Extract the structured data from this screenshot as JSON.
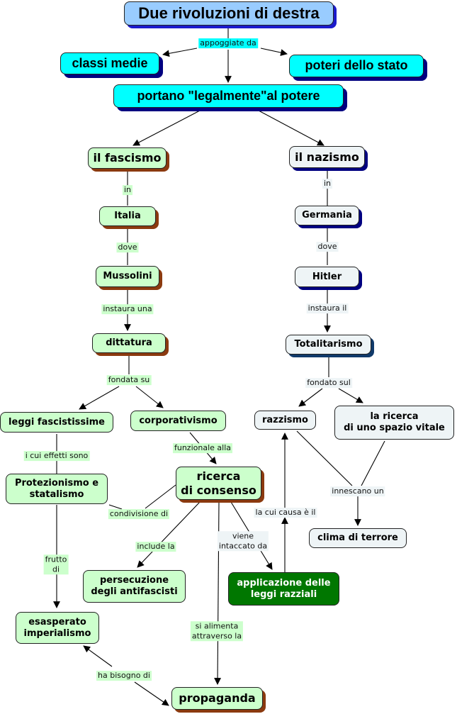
{
  "diagram": {
    "title": "Due rivoluzioni di destra",
    "nodes": {
      "classi_medie": "classi medie",
      "poteri_stato": "poteri dello stato",
      "portano": "portano \"legalmente\"al potere",
      "fascismo": "il fascismo",
      "nazismo": "il nazismo",
      "italia": "Italia",
      "germania": "Germania",
      "mussolini": "Mussolini",
      "hitler": "Hitler",
      "dittatura": "dittatura",
      "totalitarismo": "Totalitarismo",
      "leggi_fascistissime": "leggi fascistissime",
      "corporativismo": "corporativismo",
      "razzismo": "razzismo",
      "spazio_vitale": "la ricerca\ndi uno spazio vitale",
      "protezionismo": "Protezionismo e\nstatalismo",
      "ricerca_consenso": "ricerca\ndi consenso",
      "clima_terrore": "clima di terrore",
      "persecuzione": "persecuzione\ndegli antifascisti",
      "leggi_razziali": "applicazione delle\nleggi razziali",
      "imperialismo": "esasperato\nimperialismo",
      "propaganda": "propaganda"
    },
    "links": {
      "appoggiate_da": "appoggiate da",
      "in_1": "in",
      "in_2": "in",
      "dove_1": "dove",
      "dove_2": "dove",
      "instaura_una": "instaura una",
      "instaura_il": "instaura il",
      "fondata_su": "fondata su",
      "fondato_sul": "fondato sul",
      "effetti": "i cui effetti sono",
      "funzionale": "funzionale alla",
      "innescano": "innescano un",
      "condivisione": "condivisione di",
      "causa": "la cui causa è il",
      "include": "include la",
      "intaccato": "viene\nintaccato da",
      "frutto": "frutto\ndi",
      "alimenta": "si alimenta\nattraverso la",
      "bisogno": "ha bisogno di"
    },
    "colors": {
      "title_fill": "#99ccff",
      "primary_fill": "#00ffff",
      "fascism_fill": "#ccffcc",
      "nazism_fill": "#eef4f6",
      "racial_laws_fill": "#007700",
      "fascism_shadow": "#8b3a0f",
      "nazism_shadow": "#000080"
    }
  }
}
